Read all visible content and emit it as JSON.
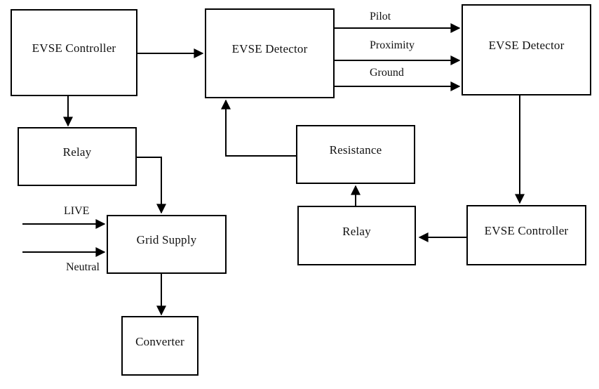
{
  "nodes": {
    "evse_controller_left": {
      "label": "EVSE Controller"
    },
    "relay_left": {
      "label": "Relay"
    },
    "grid_supply": {
      "label": "Grid Supply"
    },
    "converter": {
      "label": "Converter"
    },
    "evse_detector_mid": {
      "label": "EVSE Detector"
    },
    "resistance": {
      "label": "Resistance"
    },
    "relay_right": {
      "label": "Relay"
    },
    "evse_detector_right": {
      "label": "EVSE Detector"
    },
    "evse_controller_right": {
      "label": "EVSE Controller"
    }
  },
  "edge_labels": {
    "pilot": "Pilot",
    "proximity": "Proximity",
    "ground": "Ground",
    "live": "LIVE",
    "neutral": "Neutral"
  },
  "connections": [
    {
      "from": "evse_controller_left",
      "to": "evse_detector_mid",
      "label": ""
    },
    {
      "from": "evse_controller_left",
      "to": "relay_left",
      "label": ""
    },
    {
      "from": "relay_left",
      "to": "grid_supply",
      "label": ""
    },
    {
      "from": "mains-line",
      "to": "grid_supply",
      "label": "LIVE"
    },
    {
      "from": "mains-line",
      "to": "grid_supply",
      "label": "Neutral"
    },
    {
      "from": "grid_supply",
      "to": "converter",
      "label": ""
    },
    {
      "from": "evse_detector_mid",
      "to": "evse_detector_right",
      "label": "Pilot"
    },
    {
      "from": "evse_detector_mid",
      "to": "evse_detector_right",
      "label": "Proximity"
    },
    {
      "from": "evse_detector_mid",
      "to": "evse_detector_right",
      "label": "Ground"
    },
    {
      "from": "resistance",
      "to": "evse_detector_mid",
      "label": ""
    },
    {
      "from": "relay_right",
      "to": "resistance",
      "label": ""
    },
    {
      "from": "evse_controller_right",
      "to": "relay_right",
      "label": ""
    },
    {
      "from": "evse_detector_right",
      "to": "evse_controller_right",
      "label": ""
    }
  ],
  "colors": {
    "line": "#000000",
    "background": "#ffffff",
    "box_fill": "#ffffff"
  }
}
